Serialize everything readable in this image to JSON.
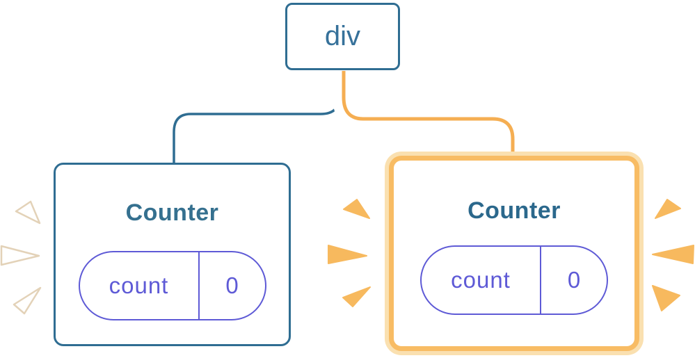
{
  "diagram": {
    "root": {
      "label": "div"
    },
    "left_counter": {
      "title": "Counter",
      "state_key": "count",
      "state_value": "0",
      "highlighted": false
    },
    "right_counter": {
      "title": "Counter",
      "state_key": "count",
      "state_value": "0",
      "highlighted": true
    }
  },
  "colors": {
    "blue_border": "#2F6D92",
    "blue_text": "#36719A",
    "title_blue": "#35708F",
    "title_blue_strong": "#2B688C",
    "indigo": "#5E5AD6",
    "orange_line": "#F5AE52",
    "frame_orange": "#F8BC64",
    "frame_light": "#FAE0B0",
    "ray_orange": "#F7B95E",
    "ray_white_fill": "#FFFFFF",
    "ray_white_stroke": "#E3D2B8",
    "bg": "#FFFFFF"
  }
}
